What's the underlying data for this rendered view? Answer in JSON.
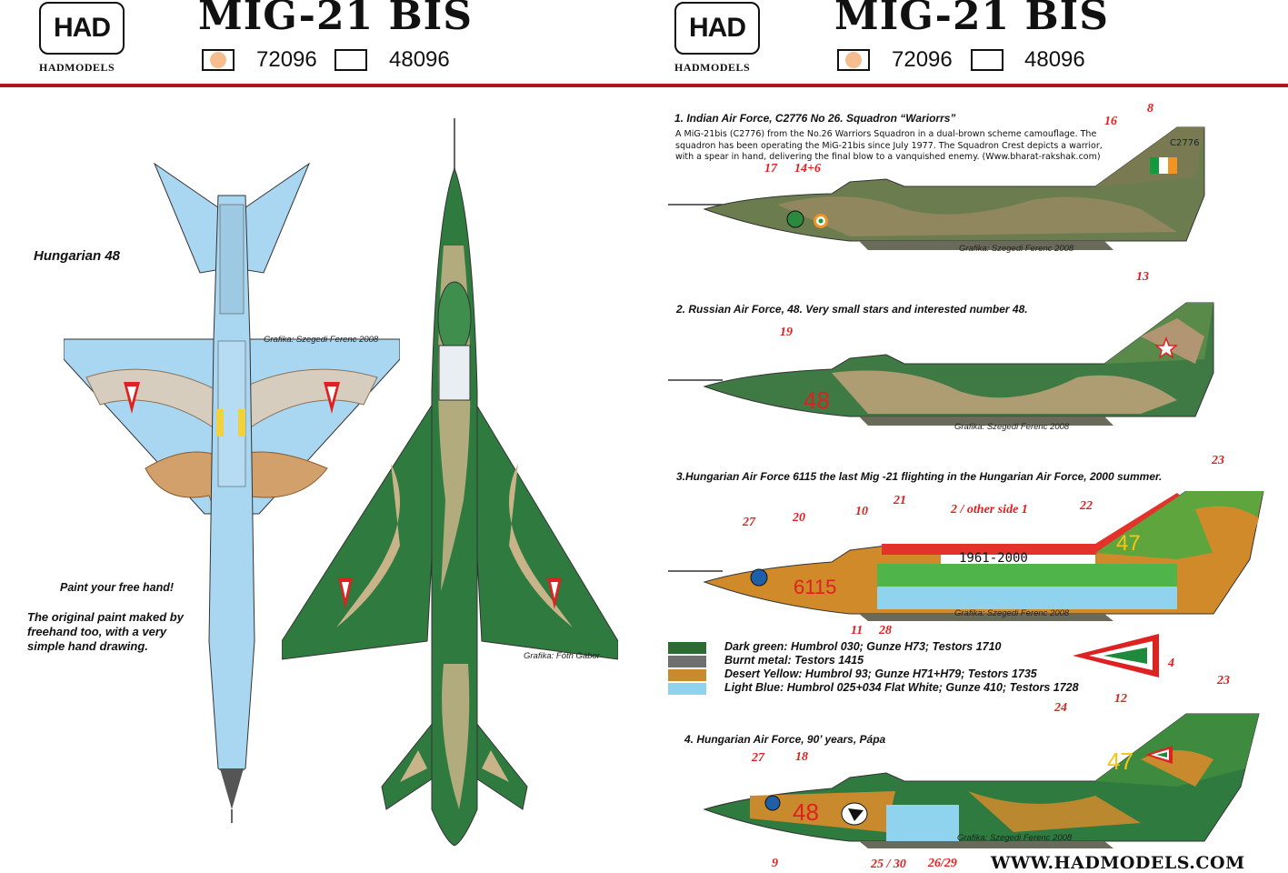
{
  "header": {
    "left": {
      "logo": "HAD",
      "brand": "HADMODELS",
      "title": "MIG-21 BIS",
      "scale1": "72096",
      "scale2": "48096"
    },
    "right": {
      "logo": "HAD",
      "brand": "HADMODELS",
      "title": "MIG-21 BIS",
      "scale1": "72096",
      "scale2": "48096"
    }
  },
  "colors": {
    "rule": "#b0161e",
    "callout": "#e02020",
    "selected_dot": "#f6be8f"
  },
  "left_panel": {
    "title": "Hungarian 48",
    "credit_underside": "Grafika: Szegedi Ferenc 2008",
    "credit_top": "Grafika: Fóth Gábor",
    "note1": "Paint your free hand!",
    "note2": "The original paint maked by freehand too, with a very simple hand drawing."
  },
  "schemes": [
    {
      "caption": "1. Indian Air Force, C2776 No 26. Squadron “Wariorrs”",
      "description": "A MiG-21bis (C2776) from the No.26 Warriors Squadron in a dual-brown scheme camouflage. The squadron has been operating the MiG-21bis since July 1977. The Squadron Crest depicts a warrior, with a spear in hand, delivering the final blow to a vanquished enemy. (Www.bharat-rakshak.com)",
      "credit": "Grafika: Szegedi Ferenc 2008",
      "serial": "C2776",
      "callouts": [
        "8",
        "16",
        "17",
        "14+6"
      ]
    },
    {
      "caption": "2. Russian Air Force, 48. Very small stars and interested number 48.",
      "credit": "Grafika: Szegedi Ferenc 2008",
      "number": "48",
      "callouts": [
        "13",
        "19"
      ]
    },
    {
      "caption": "3.Hungarian Air Force 6115 the last Mig -21 flighting in the Hungarian Air Force, 2000 summer.",
      "credit": "Grafika: Szegedi Ferenc 2008",
      "number": "6115",
      "fuselage_text": "1961-2000",
      "tail_number": "47",
      "callouts": [
        "23",
        "21",
        "2 / other side 1",
        "22",
        "27",
        "20",
        "10",
        "11",
        "28",
        "4"
      ]
    },
    {
      "caption": "4. Hungarian Air Force, 90’ years, Pápa",
      "credit": "Grafika: Szegedi Ferenc 2008",
      "number": "48",
      "tail_number": "47",
      "callouts": [
        "23",
        "12",
        "24",
        "27",
        "18",
        "9",
        "25 / 30",
        "26/29"
      ]
    }
  ],
  "paints": [
    {
      "label": "Dark green: Humbrol 030; Gunze H73; Testors 1710",
      "color": "#2e6b32"
    },
    {
      "label": "Burnt metal: Testors 1415",
      "color": "#6f6f6f"
    },
    {
      "label": "Desert Yellow: Humbrol 93; Gunze H71+H79; Testors 1735",
      "color": "#c98a2e"
    },
    {
      "label": "Light Blue: Humbrol 025+034 Flat White; Gunze 410; Testors 1728",
      "color": "#8fd3ee"
    }
  ],
  "footer": {
    "url": "WWW.HADMODELS.COM"
  }
}
